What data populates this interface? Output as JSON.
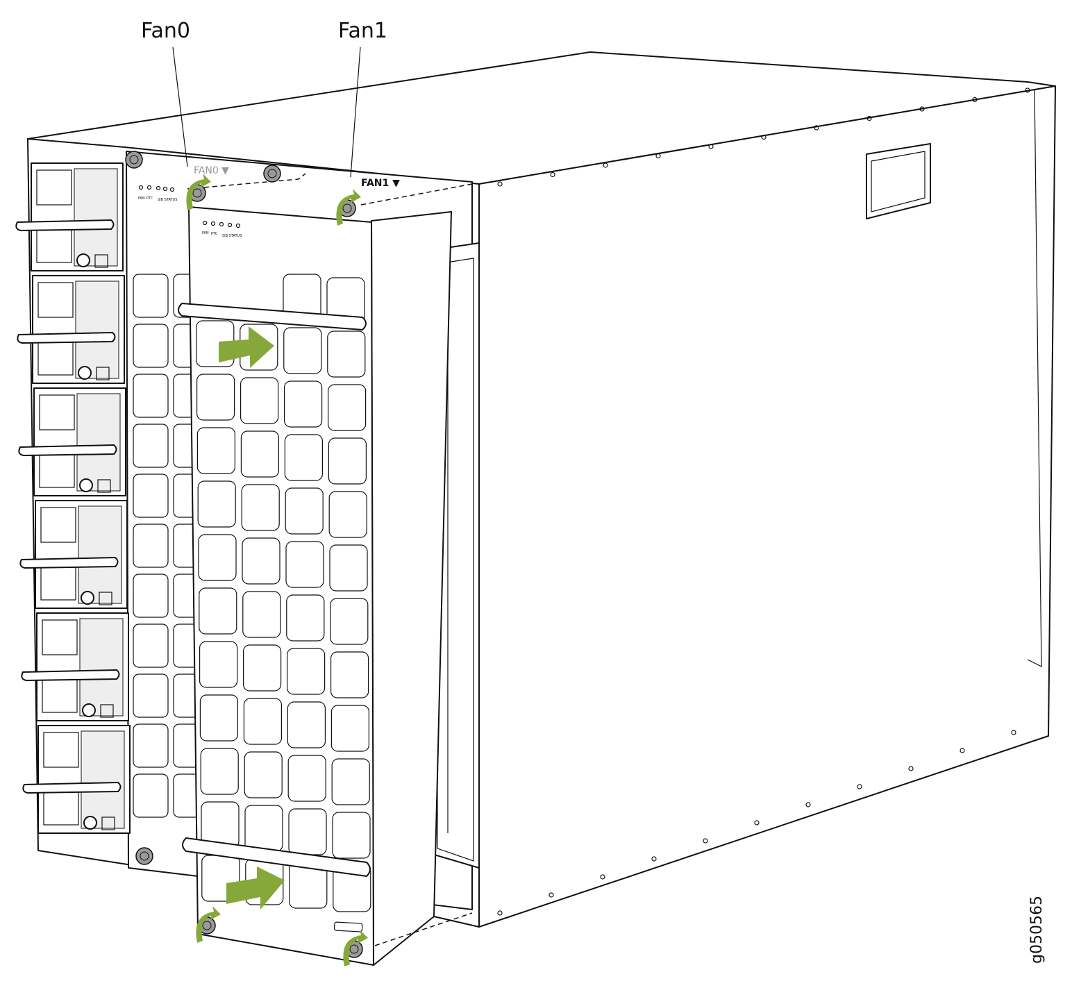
{
  "callouts": {
    "fan0": "Fan0",
    "fan1": "Fan1"
  },
  "chassis_labels": {
    "fan0_slot": "FAN0 ▼",
    "fan1_slot": "FAN1 ▼"
  },
  "led_labels": {
    "fan": "FAN",
    "ptc": "PTC",
    "sib_status": "SIB STATUS"
  },
  "figure_id": "g050565",
  "colors": {
    "accent_green": "#86a83a",
    "line": "#111111",
    "screw_gray": "#9a9a9a"
  }
}
